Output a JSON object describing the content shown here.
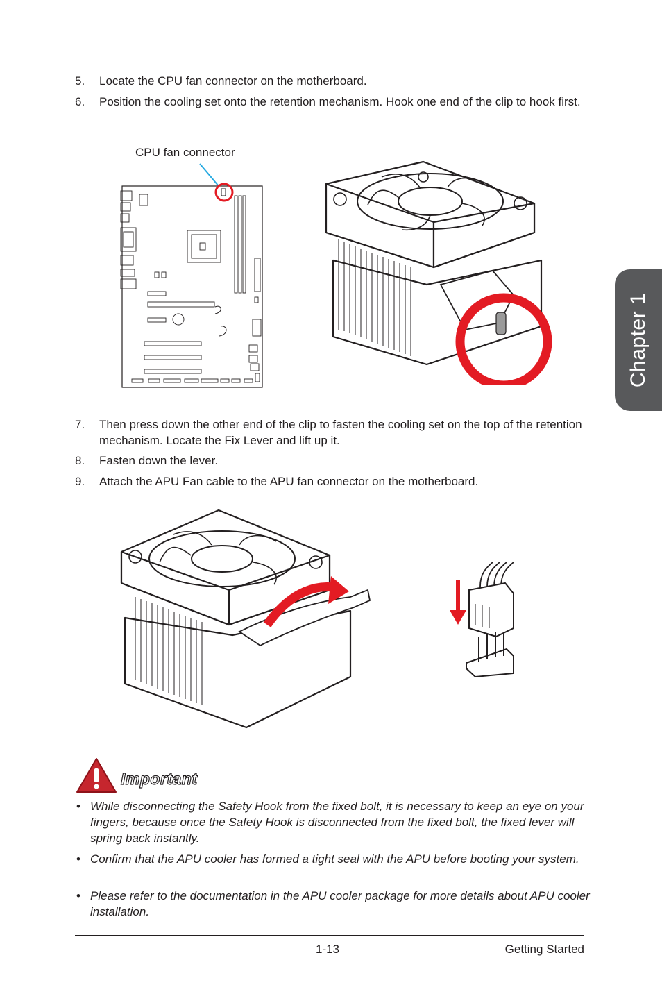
{
  "steps_a": [
    {
      "num": "5.",
      "text": "Locate the CPU fan connector on the motherboard."
    },
    {
      "num": "6.",
      "text": "Position the cooling set onto the retention mechanism. Hook one end of the clip to hook first."
    }
  ],
  "callout_label": "CPU fan connector",
  "steps_b": [
    {
      "num": "7.",
      "text": "Then press down the other end of the clip to fasten the cooling set on the top of the retention mechanism. Locate the Fix Lever and lift up it."
    },
    {
      "num": "8.",
      "text": "Fasten down the lever."
    },
    {
      "num": "9.",
      "text": "Attach the APU Fan cable to the APU fan connector on the motherboard."
    }
  ],
  "important": {
    "title": "Important",
    "bullets": [
      "While disconnecting the Safety Hook from the fixed bolt, it is necessary to keep an eye on your fingers, because once the Safety Hook is disconnected from the fixed bolt, the fixed lever will spring back instantly.",
      "Confirm that the APU cooler has formed a tight seal with the APU before booting your system.",
      "Please refer to the documentation in the APU cooler package for more details about APU cooler installation."
    ]
  },
  "chapter_tab": "Chapter 1",
  "footer": {
    "page": "1-13",
    "section": "Getting Started"
  },
  "colors": {
    "accent_red": "#e31b23",
    "tab_gray": "#58595b",
    "callout_blue": "#27aae1"
  }
}
